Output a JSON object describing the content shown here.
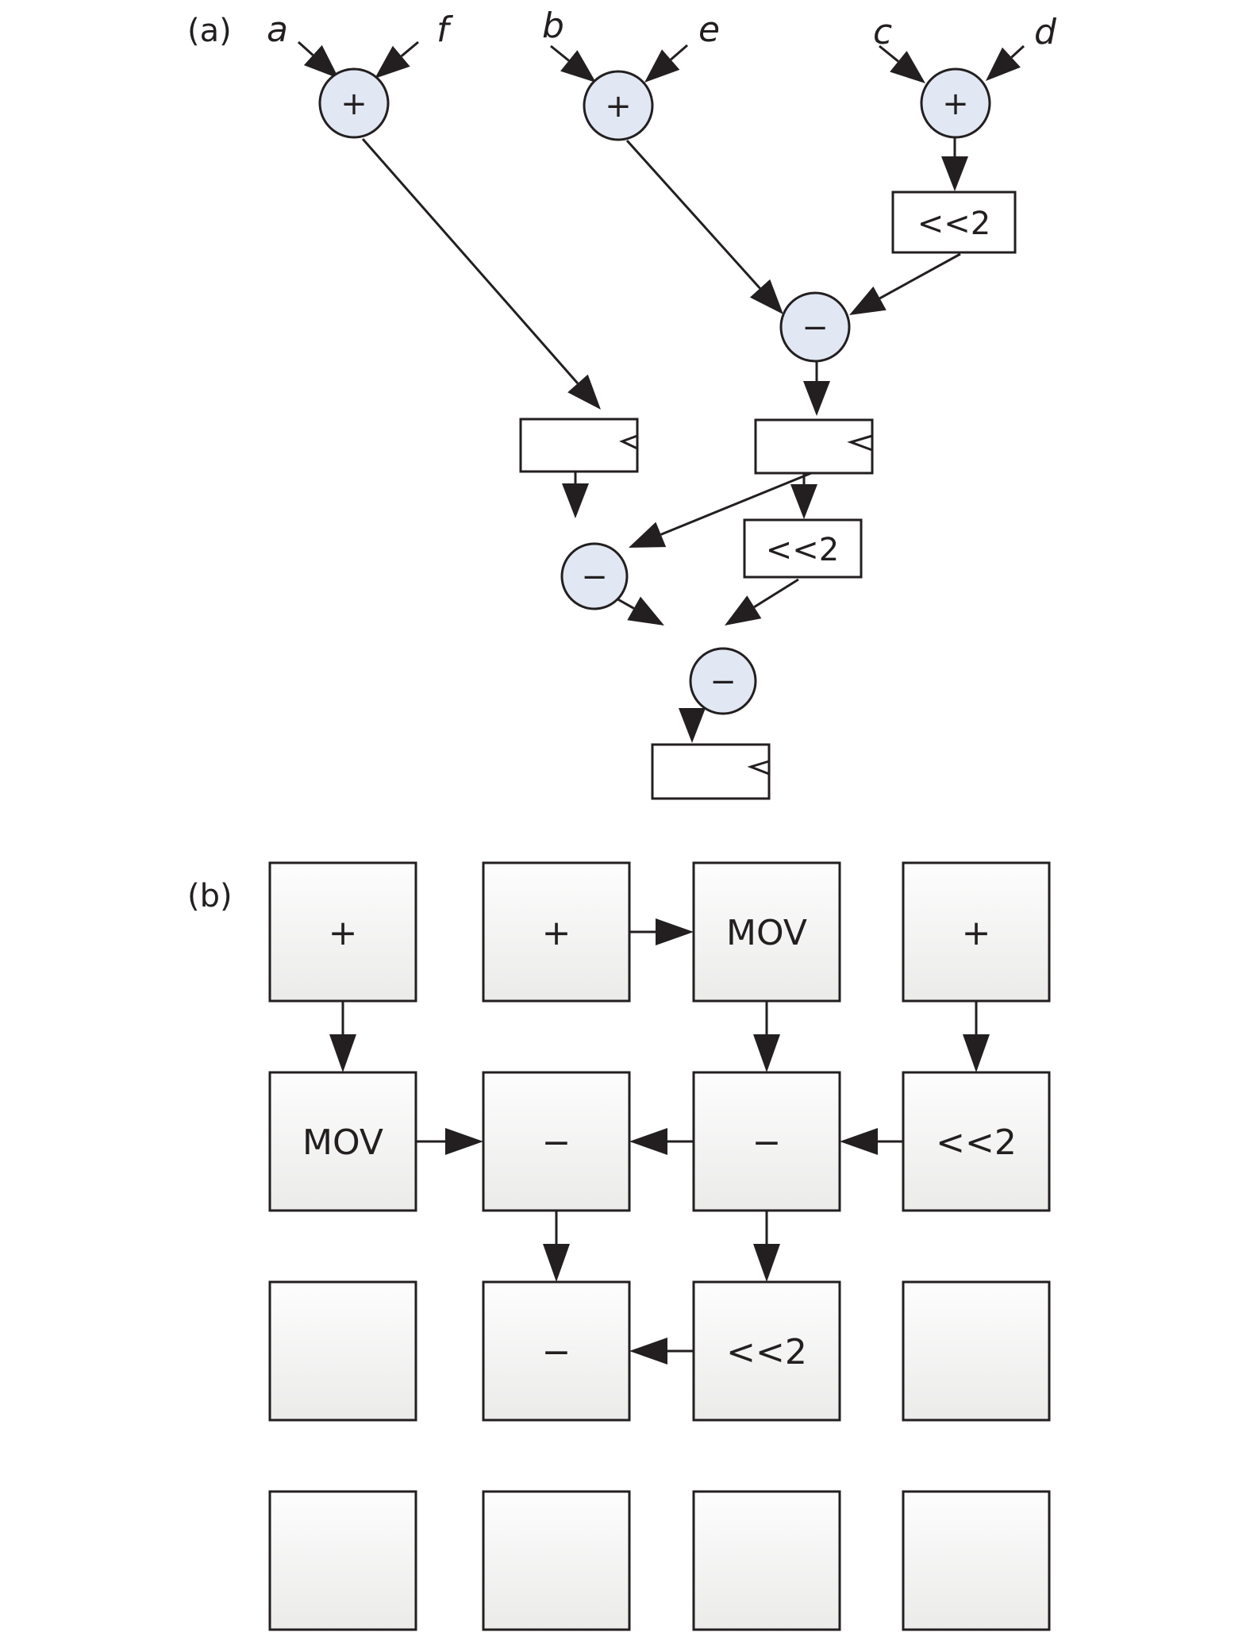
{
  "colors": {
    "stroke": "#231f20",
    "node_fill": "#e1e7f3",
    "cell_top": "#fdfdfd",
    "cell_bottom": "#ebebea"
  },
  "panel_a": {
    "label": "(a)",
    "inputs": [
      "a",
      "f",
      "b",
      "e",
      "c",
      "d"
    ],
    "nodes": {
      "add1": "+",
      "add2": "+",
      "add3": "+",
      "shift1": "<<2",
      "sub1": "−",
      "sub2": "−",
      "shift2": "<<2",
      "sub3": "−"
    },
    "edges": [
      [
        "a",
        "add1"
      ],
      [
        "f",
        "add1"
      ],
      [
        "b",
        "add2"
      ],
      [
        "e",
        "add2"
      ],
      [
        "c",
        "add3"
      ],
      [
        "d",
        "add3"
      ],
      [
        "add3",
        "shift1"
      ],
      [
        "add2",
        "sub1"
      ],
      [
        "shift1",
        "sub1"
      ],
      [
        "add1",
        "reg1"
      ],
      [
        "sub1",
        "reg2"
      ],
      [
        "reg1",
        "sub2"
      ],
      [
        "reg2",
        "sub2"
      ],
      [
        "reg2",
        "shift2"
      ],
      [
        "sub2",
        "sub3"
      ],
      [
        "shift2",
        "sub3"
      ],
      [
        "sub3",
        "reg3"
      ]
    ]
  },
  "panel_b": {
    "label": "(b)",
    "grid": [
      [
        "+",
        "+",
        "MOV",
        "+"
      ],
      [
        "MOV",
        "−",
        "−",
        "<<2"
      ],
      [
        "",
        "−",
        "<<2",
        ""
      ],
      [
        "",
        "",
        "",
        ""
      ]
    ],
    "edges": [
      {
        "from": [
          0,
          1
        ],
        "to": [
          0,
          2
        ]
      },
      {
        "from": [
          0,
          0
        ],
        "to": [
          1,
          0
        ]
      },
      {
        "from": [
          0,
          2
        ],
        "to": [
          1,
          2
        ]
      },
      {
        "from": [
          0,
          3
        ],
        "to": [
          1,
          3
        ]
      },
      {
        "from": [
          1,
          0
        ],
        "to": [
          1,
          1
        ]
      },
      {
        "from": [
          1,
          2
        ],
        "to": [
          1,
          1
        ]
      },
      {
        "from": [
          1,
          3
        ],
        "to": [
          1,
          2
        ]
      },
      {
        "from": [
          1,
          1
        ],
        "to": [
          2,
          1
        ]
      },
      {
        "from": [
          1,
          2
        ],
        "to": [
          2,
          2
        ]
      },
      {
        "from": [
          2,
          2
        ],
        "to": [
          2,
          1
        ]
      }
    ]
  }
}
